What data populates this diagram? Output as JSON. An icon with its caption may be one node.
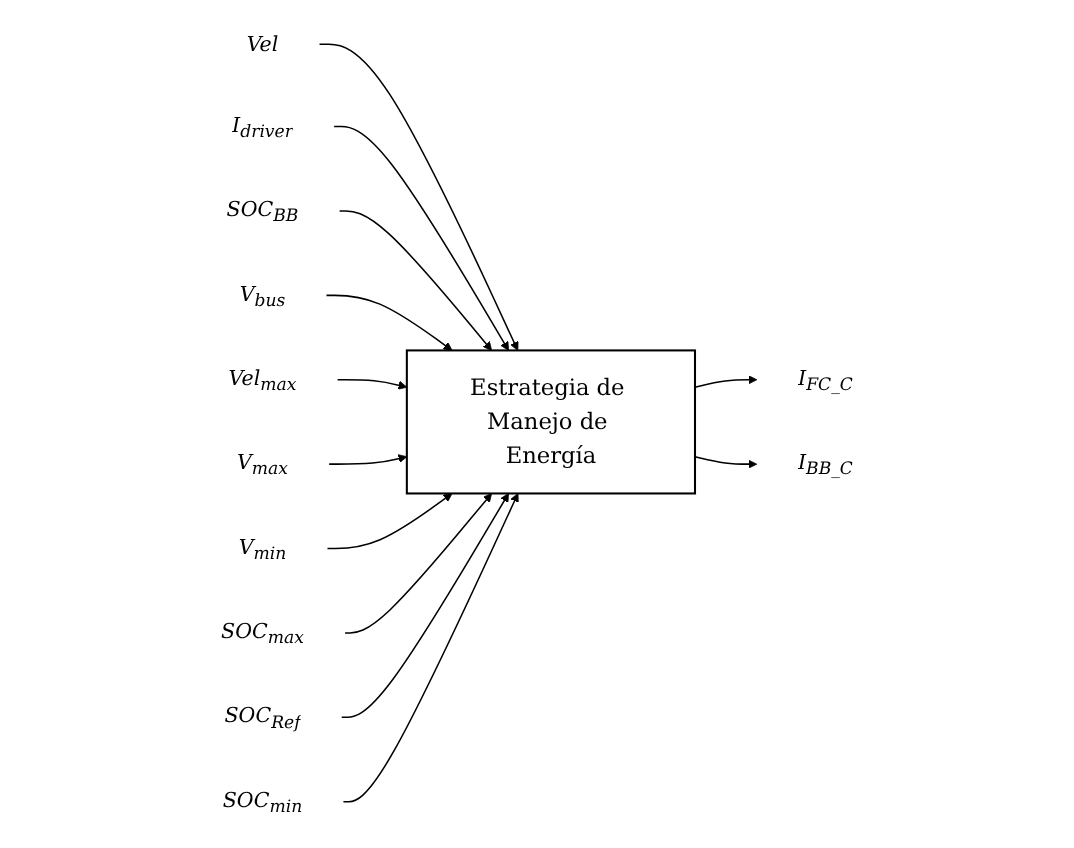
{
  "diagram": {
    "nodes": [
      {
        "text": [
          "Vel"
        ]
      },
      {
        "text": [
          "I$_{driver}$"
        ]
      },
      {
        "text": [
          "SOC$_{BB}$"
        ]
      },
      {
        "text": [
          "V$_{bus}$"
        ]
      },
      {
        "text": [
          "Vel$_{max}$"
        ]
      },
      {
        "text": [
          "V$_{max}$"
        ]
      },
      {
        "text": [
          "V$_{min}$"
        ]
      },
      {
        "text": [
          "SOC$_{max}$"
        ]
      },
      {
        "text": [
          "SOC$_{Ref}$"
        ]
      },
      {
        "text": [
          "SOC$_{min}$"
        ]
      },
      {
        "text": [
          "Estrategia de Manejo de Energía"
        ]
      },
      {
        "text": [
          "I$_{FC_C}$"
        ]
      },
      {
        "text": [
          "I$_{BB_C}$"
        ]
      }
    ],
    "edges": [
      {
        "from": 0,
        "to": 10,
        "arrow": "to"
      },
      {
        "from": 1,
        "to": 10,
        "arrow": "to"
      },
      {
        "from": 2,
        "to": 10,
        "arrow": "to"
      },
      {
        "from": 3,
        "to": 10,
        "arrow": "to"
      },
      {
        "from": 4,
        "to": 10,
        "arrow": "to"
      },
      {
        "from": 5,
        "to": 10,
        "arrow": "to"
      },
      {
        "from": 6,
        "to": 10,
        "arrow": "to"
      },
      {
        "from": 7,
        "to": 10,
        "arrow": "to"
      },
      {
        "from": 8,
        "to": 10,
        "arrow": "to"
      },
      {
        "from": 9,
        "to": 10,
        "arrow": "to"
      },
      {
        "from": 10,
        "to": 11,
        "arrow": "to"
      },
      {
        "from": 10,
        "to": 12,
        "arrow": "to"
      }
    ]
  }
}
